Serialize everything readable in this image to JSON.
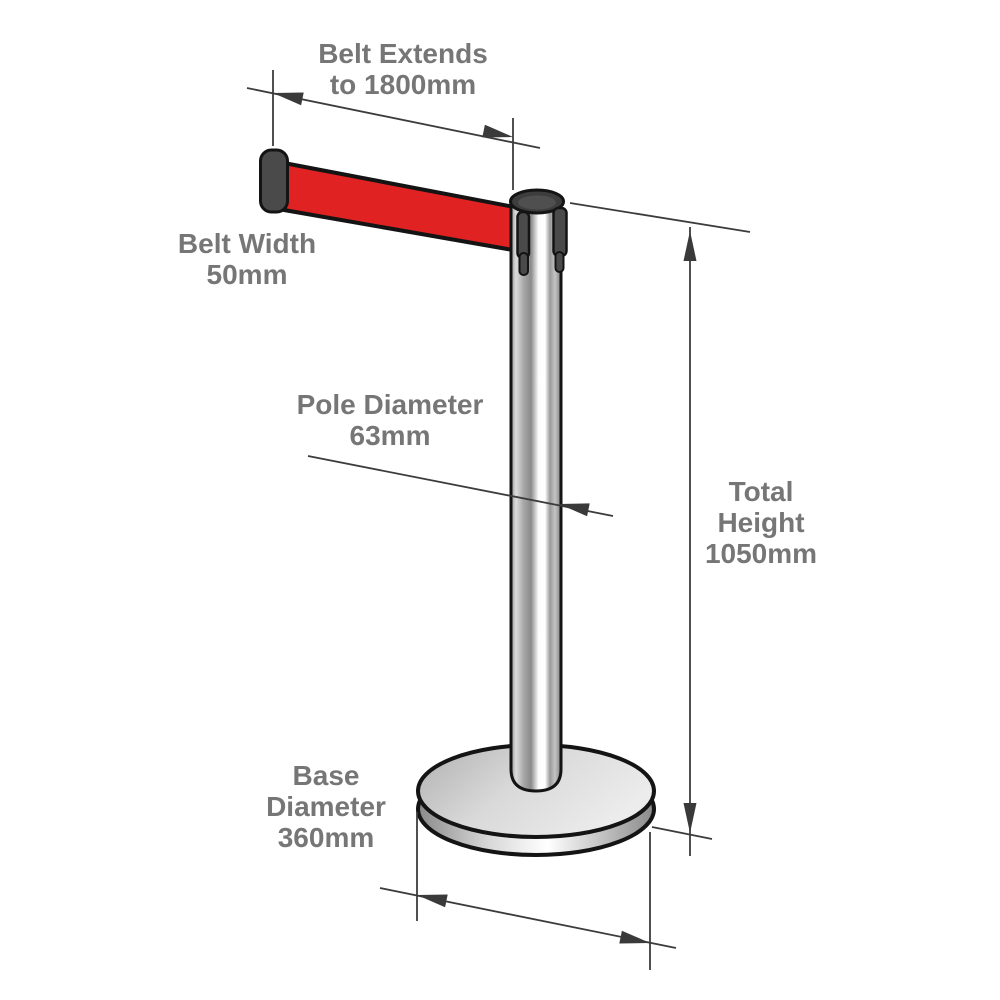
{
  "diagram": {
    "type": "product-dimension-diagram",
    "subject": "Retractable belt queue barrier post with red belt",
    "labels": {
      "belt_extends": {
        "line1": "Belt Extends",
        "line2": "to 1800mm"
      },
      "belt_width": {
        "line1": "Belt Width",
        "line2": "50mm"
      },
      "pole_diameter": {
        "line1": "Pole Diameter",
        "line2": "63mm"
      },
      "total_height": {
        "line1": "Total",
        "line2": "Height",
        "line3": "1050mm"
      },
      "base_diameter": {
        "line1": "Base",
        "line2": "Diameter",
        "line3": "360mm"
      }
    },
    "dimensions_mm": {
      "belt_extends": 1800,
      "belt_width": 50,
      "pole_diameter": 63,
      "total_height": 1050,
      "base_diameter": 360
    },
    "colors": {
      "belt": "#e02222",
      "label_text": "#767676",
      "dimension_lines": "#3c3c3c",
      "arrowheads": "#3a3a3a",
      "hardware_dark": "#3d3d3d",
      "outline": "#141414",
      "background": "#ffffff"
    }
  }
}
